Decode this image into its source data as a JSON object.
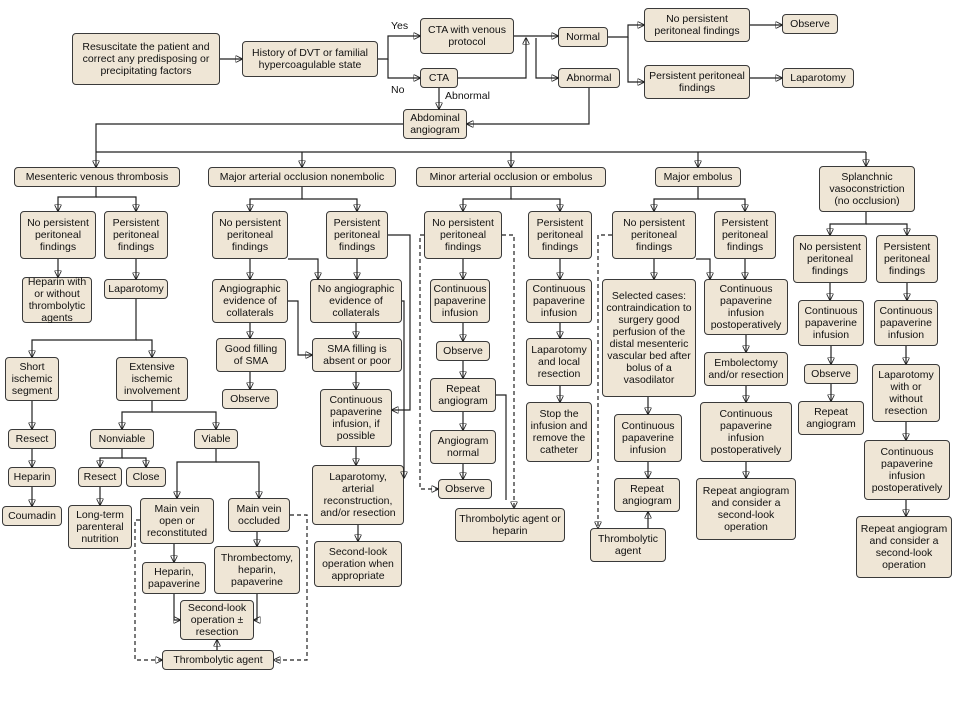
{
  "nodes": {
    "resuscitate": "Resuscitate the patient and correct any predisposing or precipitating factors",
    "history": "History of DVT or familial hypercoagulable state",
    "cta_venous": "CTA with venous protocol",
    "cta": "CTA",
    "normal": "Normal",
    "abnormal": "Abnormal",
    "no_persistent_top": "No persistent peritoneal findings",
    "persistent_top": "Persistent peritoneal findings",
    "observe_top": "Observe",
    "laparotomy_top": "Laparotomy",
    "angiogram": "Abdominal angiogram",
    "mvt": "Mesenteric venous thrombosis",
    "major_nonembolic": "Major arterial occlusion nonembolic",
    "minor": "Minor arterial occlusion or embolus",
    "major_embolus": "Major embolus",
    "splanchnic": "Splanchnic vasoconstriction (no occlusion)",
    "c1_no_pers": "No persistent peritoneal findings",
    "c1_pers": "Persistent peritoneal findings",
    "c1_heparin": "Heparin with or without thrombolytic agents",
    "c1_laparotomy": "Laparotomy",
    "c1_short": "Short ischemic segment",
    "c1_extensive": "Extensive ischemic involvement",
    "c1_resect": "Resect",
    "c1_heparin2": "Heparin",
    "c1_coumadin": "Coumadin",
    "c1_nonviable": "Nonviable",
    "c1_viable": "Viable",
    "c1_resect2": "Resect",
    "c1_close": "Close",
    "c1_longterm": "Long-term parenteral nutrition",
    "c1_vein_open": "Main vein open or reconstituted",
    "c1_vein_occluded": "Main vein occluded",
    "c1_hep_pap": "Heparin, papaverine",
    "c1_thrombectomy": "Thrombectomy, heparin, papaverine",
    "c1_second_look": "Second-look operation ± resection",
    "c1_thrombolytic": "Thrombolytic agent",
    "c2_no_pers": "No persistent peritoneal findings",
    "c2_pers": "Persistent peritoneal findings",
    "c2_angio_evid": "Angiographic evidence of collaterals",
    "c2_no_angio_evid": "No angiographic evidence of collaterals",
    "c2_good_filling": "Good filling of SMA",
    "c2_sma_absent": "SMA filling is absent or poor",
    "c2_observe": "Observe",
    "c2_cont_pap": "Continuous papaverine infusion, if possible",
    "c2_lap_arterial": "Laparotomy, arterial reconstruction, and/or resection",
    "c2_second_look": "Second-look operation when appropriate",
    "c3_no_pers": "No persistent peritoneal findings",
    "c3_pers": "Persistent peritoneal findings",
    "c3_cont_pap": "Continuous papaverine infusion",
    "c3_observe": "Observe",
    "c3_repeat": "Repeat angiogram",
    "c3_angio_normal": "Angiogram normal",
    "c3_observe2": "Observe",
    "c3_thrombolytic": "Thrombolytic agent or heparin",
    "c3_cont_pap_r": "Continuous papaverine infusion",
    "c3_lap_local": "Laparotomy and local resection",
    "c3_stop": "Stop the infusion and remove the catheter",
    "c4_no_pers": "No persistent peritoneal findings",
    "c4_pers": "Persistent peritoneal findings",
    "c4_selected": "Selected cases: contraindication to surgery good perfusion of the distal mesenteric vascular bed after bolus of a vasodilator",
    "c4_cont_pap_l": "Continuous papaverine infusion",
    "c4_repeat": "Repeat angiogram",
    "c4_thrombolytic": "Thrombolytic agent",
    "c4_cont_pap_post": "Continuous papaverine infusion postoperatively",
    "c4_embolectomy": "Embolectomy and/or resection",
    "c4_cont_pap_post2": "Continuous papaverine infusion postoperatively",
    "c4_repeat_consider": "Repeat angiogram and consider a second-look operation",
    "c5_no_pers": "No persistent peritoneal findings",
    "c5_pers": "Persistent peritoneal findings",
    "c5_cont_pap": "Continuous papaverine infusion",
    "c5_observe": "Observe",
    "c5_repeat": "Repeat angiogram",
    "c5_cont_pap_r": "Continuous papaverine infusion",
    "c5_laparotomy": "Laparotomy with or without resection",
    "c5_cont_pap_post": "Continuous papaverine infusion postoperatively",
    "c5_repeat_consider": "Repeat angiogram and consider a second-look operation"
  },
  "edge_labels": {
    "yes": "Yes",
    "no": "No",
    "abnormal": "Abnormal"
  }
}
